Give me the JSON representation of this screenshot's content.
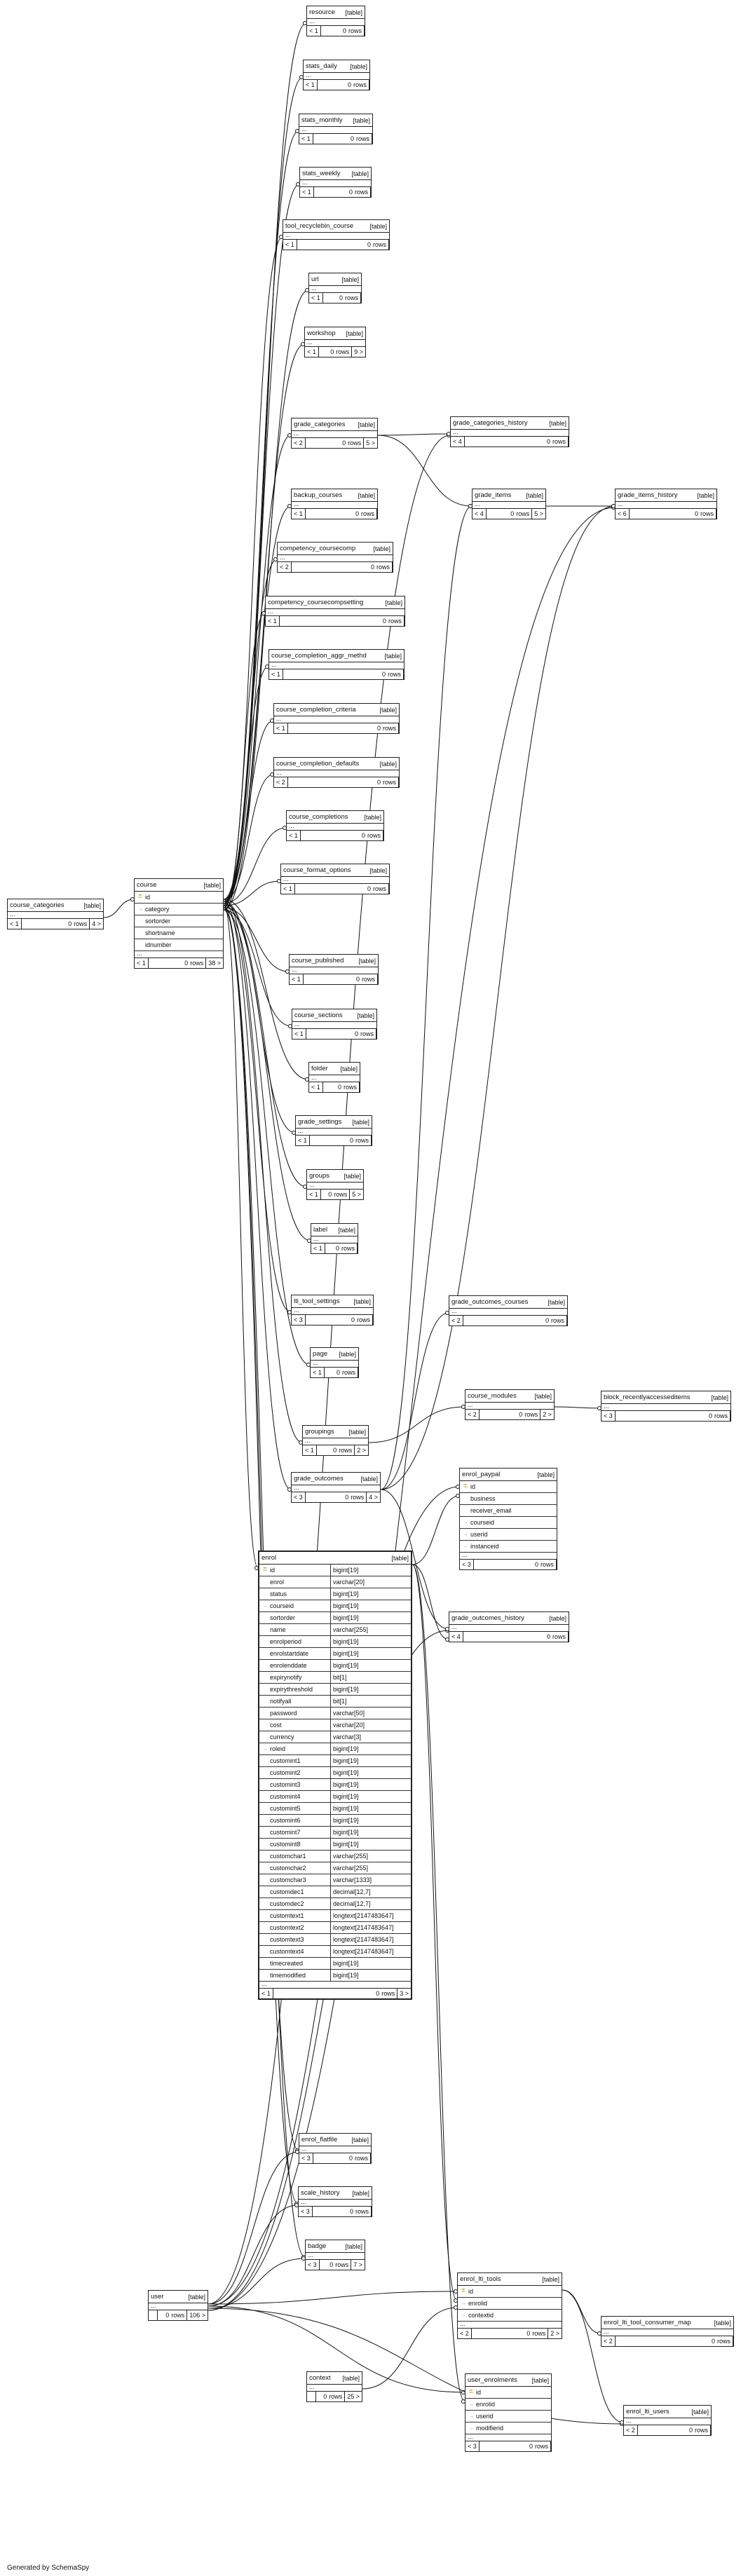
{
  "type_tag": "[table]",
  "rows_suffix": "rows",
  "generated_by": "Generated by SchemaSpy",
  "tables": [
    {
      "id": "resource",
      "name": "resource",
      "parents": "< 1",
      "rows": "0",
      "children": ""
    },
    {
      "id": "stats_daily",
      "name": "stats_daily",
      "parents": "< 1",
      "rows": "0",
      "children": ""
    },
    {
      "id": "stats_monthly",
      "name": "stats_monthly",
      "parents": "< 1",
      "rows": "0",
      "children": ""
    },
    {
      "id": "stats_weekly",
      "name": "stats_weekly",
      "parents": "< 1",
      "rows": "0",
      "children": ""
    },
    {
      "id": "tool_recyclebin_course",
      "name": "tool_recyclebin_course",
      "parents": "< 1",
      "rows": "0",
      "children": ""
    },
    {
      "id": "url",
      "name": "url",
      "parents": "< 1",
      "rows": "0",
      "children": ""
    },
    {
      "id": "workshop",
      "name": "workshop",
      "parents": "< 1",
      "rows": "0",
      "children": "9 >"
    },
    {
      "id": "grade_categories",
      "name": "grade_categories",
      "parents": "< 2",
      "rows": "0",
      "children": "5 >"
    },
    {
      "id": "grade_categories_history",
      "name": "grade_categories_history",
      "parents": "< 4",
      "rows": "0",
      "children": ""
    },
    {
      "id": "grade_items",
      "name": "grade_items",
      "parents": "< 4",
      "rows": "0",
      "children": "5 >"
    },
    {
      "id": "grade_items_history",
      "name": "grade_items_history",
      "parents": "< 6",
      "rows": "0",
      "children": ""
    },
    {
      "id": "backup_courses",
      "name": "backup_courses",
      "parents": "< 1",
      "rows": "0",
      "children": ""
    },
    {
      "id": "competency_coursecomp",
      "name": "competency_coursecomp",
      "parents": "< 2",
      "rows": "0",
      "children": ""
    },
    {
      "id": "competency_coursecompsetting",
      "name": "competency_coursecompsetting",
      "parents": "< 1",
      "rows": "0",
      "children": ""
    },
    {
      "id": "course_completion_aggr_methd",
      "name": "course_completion_aggr_methd",
      "parents": "< 1",
      "rows": "0",
      "children": ""
    },
    {
      "id": "course_completion_criteria",
      "name": "course_completion_criteria",
      "parents": "< 1",
      "rows": "0",
      "children": ""
    },
    {
      "id": "course_completion_defaults",
      "name": "course_completion_defaults",
      "parents": "< 2",
      "rows": "0",
      "children": ""
    },
    {
      "id": "course_completions",
      "name": "course_completions",
      "parents": "< 1",
      "rows": "0",
      "children": ""
    },
    {
      "id": "course_format_options",
      "name": "course_format_options",
      "parents": "< 1",
      "rows": "0",
      "children": ""
    },
    {
      "id": "course_published",
      "name": "course_published",
      "parents": "< 1",
      "rows": "0",
      "children": ""
    },
    {
      "id": "course_sections",
      "name": "course_sections",
      "parents": "< 1",
      "rows": "0",
      "children": ""
    },
    {
      "id": "folder",
      "name": "folder",
      "parents": "< 1",
      "rows": "0",
      "children": ""
    },
    {
      "id": "grade_settings",
      "name": "grade_settings",
      "parents": "< 1",
      "rows": "0",
      "children": ""
    },
    {
      "id": "groups",
      "name": "groups",
      "parents": "< 1",
      "rows": "0",
      "children": "5 >"
    },
    {
      "id": "label",
      "name": "label",
      "parents": "< 1",
      "rows": "0",
      "children": ""
    },
    {
      "id": "lti_tool_settings",
      "name": "lti_tool_settings",
      "parents": "< 3",
      "rows": "0",
      "children": ""
    },
    {
      "id": "page",
      "name": "page",
      "parents": "< 1",
      "rows": "0",
      "children": ""
    },
    {
      "id": "groupings",
      "name": "groupings",
      "parents": "< 1",
      "rows": "0",
      "children": "2 >"
    },
    {
      "id": "grade_outcomes_courses",
      "name": "grade_outcomes_courses",
      "parents": "< 2",
      "rows": "0",
      "children": ""
    },
    {
      "id": "course_modules",
      "name": "course_modules",
      "parents": "< 2",
      "rows": "0",
      "children": "2 >"
    },
    {
      "id": "block_recentlyaccesseditems",
      "name": "block_recentlyaccesseditems",
      "parents": "< 3",
      "rows": "0",
      "children": ""
    },
    {
      "id": "grade_outcomes",
      "name": "grade_outcomes",
      "parents": "< 3",
      "rows": "0",
      "children": "4 >"
    },
    {
      "id": "grade_outcomes_history",
      "name": "grade_outcomes_history",
      "parents": "< 4",
      "rows": "0",
      "children": ""
    },
    {
      "id": "enrol_flatfile",
      "name": "enrol_flatfile",
      "parents": "< 3",
      "rows": "0",
      "children": ""
    },
    {
      "id": "scale_history",
      "name": "scale_history",
      "parents": "< 3",
      "rows": "0",
      "children": ""
    },
    {
      "id": "badge",
      "name": "badge",
      "parents": "< 3",
      "rows": "0",
      "children": "7 >"
    },
    {
      "id": "user",
      "name": "user",
      "parents": "",
      "rows": "0",
      "children": "106 >"
    },
    {
      "id": "context",
      "name": "context",
      "parents": "",
      "rows": "0",
      "children": "25 >"
    },
    {
      "id": "enrol_lti_tool_consumer_map",
      "name": "enrol_lti_tool_consumer_map",
      "parents": "< 2",
      "rows": "0",
      "children": ""
    },
    {
      "id": "enrol_lti_users",
      "name": "enrol_lti_users",
      "parents": "< 2",
      "rows": "0",
      "children": ""
    },
    {
      "id": "course_categories",
      "name": "course_categories",
      "parents": "< 1",
      "rows": "0",
      "children": "4 >"
    },
    {
      "id": "course",
      "name": "course",
      "parents": "< 1",
      "rows": "0",
      "children": "38 >",
      "fields": [
        {
          "name": "id",
          "key": "pk"
        },
        {
          "name": "category",
          "key": "fk"
        },
        {
          "name": "sortorder",
          "key": ""
        },
        {
          "name": "shortname",
          "key": ""
        },
        {
          "name": "idnumber",
          "key": ""
        }
      ]
    },
    {
      "id": "enrol_paypal",
      "name": "enrol_paypal",
      "parents": "< 3",
      "rows": "0",
      "children": "",
      "fields": [
        {
          "name": "id",
          "key": "pk"
        },
        {
          "name": "business",
          "key": ""
        },
        {
          "name": "receiver_email",
          "key": ""
        },
        {
          "name": "courseid",
          "key": "fk"
        },
        {
          "name": "userid",
          "key": "fk"
        },
        {
          "name": "instanceid",
          "key": "fk"
        }
      ]
    },
    {
      "id": "enrol_lti_tools",
      "name": "enrol_lti_tools",
      "parents": "< 2",
      "rows": "0",
      "children": "2 >",
      "fields": [
        {
          "name": "id",
          "key": "pk"
        },
        {
          "name": "enrolid",
          "key": "fk"
        },
        {
          "name": "contextid",
          "key": "fk"
        }
      ]
    },
    {
      "id": "user_enrolments",
      "name": "user_enrolments",
      "parents": "< 3",
      "rows": "0",
      "children": "",
      "fields": [
        {
          "name": "id",
          "key": "pk"
        },
        {
          "name": "enrolid",
          "key": "fk"
        },
        {
          "name": "userid",
          "key": "fk"
        },
        {
          "name": "modifierid",
          "key": "fk"
        }
      ]
    },
    {
      "id": "enrol",
      "name": "enrol",
      "parents": "< 1",
      "rows": "0",
      "children": "3 >",
      "fields": [
        {
          "name": "id",
          "type": "bigint[19]",
          "key": "pk"
        },
        {
          "name": "enrol",
          "type": "varchar[20]",
          "key": ""
        },
        {
          "name": "status",
          "type": "bigint[19]",
          "key": ""
        },
        {
          "name": "courseid",
          "type": "bigint[19]",
          "key": "fk"
        },
        {
          "name": "sortorder",
          "type": "bigint[19]",
          "key": ""
        },
        {
          "name": "name",
          "type": "varchar[255]",
          "key": ""
        },
        {
          "name": "enrolperiod",
          "type": "bigint[19]",
          "key": ""
        },
        {
          "name": "enrolstartdate",
          "type": "bigint[19]",
          "key": ""
        },
        {
          "name": "enrolenddate",
          "type": "bigint[19]",
          "key": ""
        },
        {
          "name": "expirynotify",
          "type": "bit[1]",
          "key": ""
        },
        {
          "name": "expirythreshold",
          "type": "bigint[19]",
          "key": ""
        },
        {
          "name": "notifyall",
          "type": "bit[1]",
          "key": ""
        },
        {
          "name": "password",
          "type": "varchar[50]",
          "key": ""
        },
        {
          "name": "cost",
          "type": "varchar[20]",
          "key": ""
        },
        {
          "name": "currency",
          "type": "varchar[3]",
          "key": ""
        },
        {
          "name": "roleid",
          "type": "bigint[19]",
          "key": "fk"
        },
        {
          "name": "customint1",
          "type": "bigint[19]",
          "key": ""
        },
        {
          "name": "customint2",
          "type": "bigint[19]",
          "key": ""
        },
        {
          "name": "customint3",
          "type": "bigint[19]",
          "key": ""
        },
        {
          "name": "customint4",
          "type": "bigint[19]",
          "key": ""
        },
        {
          "name": "customint5",
          "type": "bigint[19]",
          "key": ""
        },
        {
          "name": "customint6",
          "type": "bigint[19]",
          "key": ""
        },
        {
          "name": "customint7",
          "type": "bigint[19]",
          "key": ""
        },
        {
          "name": "customint8",
          "type": "bigint[19]",
          "key": ""
        },
        {
          "name": "customchar1",
          "type": "varchar[255]",
          "key": ""
        },
        {
          "name": "customchar2",
          "type": "varchar[255]",
          "key": ""
        },
        {
          "name": "customchar3",
          "type": "varchar[1333]",
          "key": ""
        },
        {
          "name": "customdec1",
          "type": "decimal[12,7]",
          "key": ""
        },
        {
          "name": "customdec2",
          "type": "decimal[12,7]",
          "key": ""
        },
        {
          "name": "customtext1",
          "type": "longtext[2147483647]",
          "key": ""
        },
        {
          "name": "customtext2",
          "type": "longtext[2147483647]",
          "key": ""
        },
        {
          "name": "customtext3",
          "type": "longtext[2147483647]",
          "key": ""
        },
        {
          "name": "customtext4",
          "type": "longtext[2147483647]",
          "key": ""
        },
        {
          "name": "timecreated",
          "type": "bigint[19]",
          "key": ""
        },
        {
          "name": "timemodified",
          "type": "bigint[19]",
          "key": ""
        }
      ]
    }
  ]
}
